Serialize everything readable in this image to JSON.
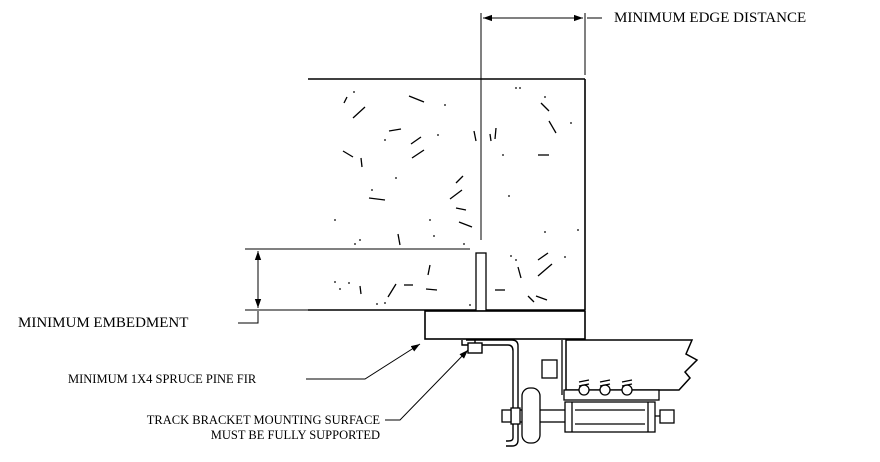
{
  "labels": {
    "edge_distance": "MINIMUM EDGE DISTANCE",
    "embedment": "MINIMUM EMBEDMENT",
    "spruce": "MINIMUM 1X4 SPRUCE PINE FIR",
    "bracket_line1": "TRACK BRACKET MOUNTING SURFACE",
    "bracket_line2": "MUST BE FULLY SUPPORTED"
  }
}
